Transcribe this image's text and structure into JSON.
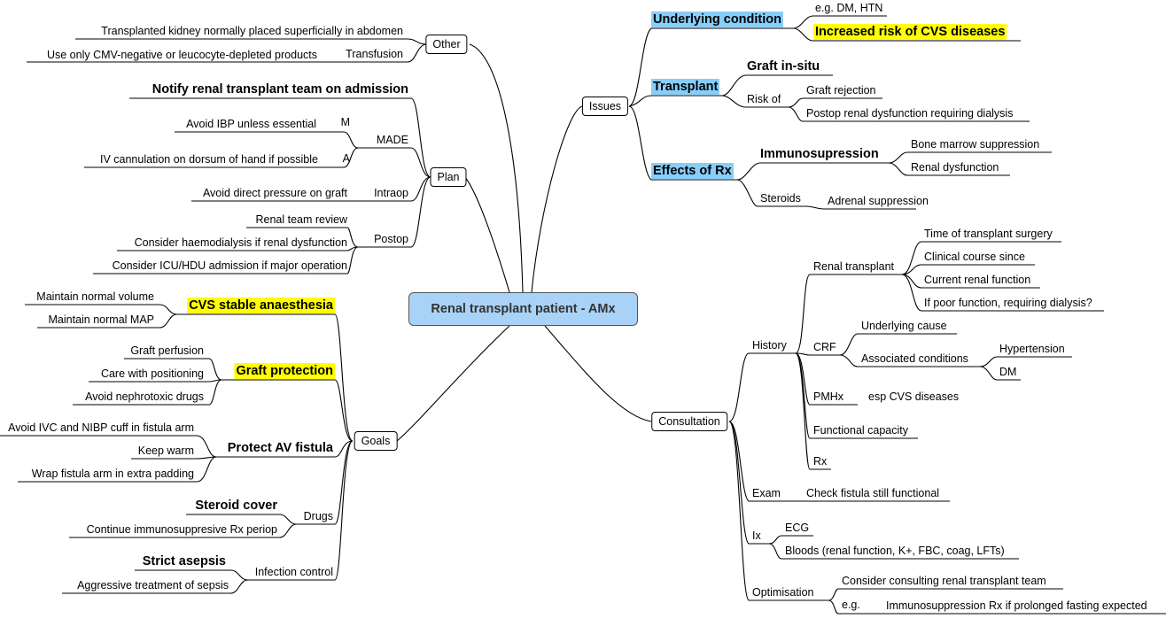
{
  "central": "Renal transplant patient - AMx",
  "branches": {
    "issues": {
      "label": "Issues",
      "underlying_condition": "Underlying condition",
      "dm_htn": "e.g. DM, HTN",
      "cvs_risk": "Increased risk of CVS diseases",
      "transplant": "Transplant",
      "graft_in_situ": "Graft in-situ",
      "risk_of": "Risk of",
      "graft_rejection": "Graft rejection",
      "postop_dysfunction": "Postop renal dysfunction requiring dialysis",
      "effects_rx": "Effects of Rx",
      "immunosupression": "Immunosupression",
      "bone_marrow": "Bone marrow suppression",
      "renal_dysfunction": "Renal dysfunction",
      "steroids": "Steroids",
      "adrenal": "Adrenal suppression"
    },
    "consultation": {
      "label": "Consultation",
      "history": "History",
      "renal_transplant": "Renal transplant",
      "time_surgery": "Time of transplant surgery",
      "clinical_course": "Clinical course since",
      "current_function": "Current renal function",
      "poor_function": "If poor function, requiring dialysis?",
      "crf": "CRF",
      "underlying_cause": "Underlying cause",
      "associated": "Associated conditions",
      "hypertension": "Hypertension",
      "dm": "DM",
      "pmhx": "PMHx",
      "esp_cvs": "esp CVS diseases",
      "functional": "Functional capacity",
      "rx": "Rx",
      "exam": "Exam",
      "fistula_check": "Check fistula still functional",
      "ix": "Ix",
      "ecg": "ECG",
      "bloods": "Bloods (renal function, K+, FBC, coag, LFTs)",
      "optimisation": "Optimisation",
      "consider_team": "Consider consulting renal transplant team",
      "eg": "e.g.",
      "immuno_fasting": "Immunosuppression Rx if prolonged fasting expected"
    },
    "other": {
      "label": "Other",
      "kidney_placed": "Transplanted kidney normally placed superficially in abdomen",
      "transfusion": "Transfusion",
      "cmv": "Use only CMV-negative or leucocyte-depleted products"
    },
    "plan": {
      "label": "Plan",
      "notify": "Notify renal transplant team on admission",
      "made": "MADE",
      "m": "M",
      "avoid_ibp": "Avoid IBP unless essential",
      "a": "A",
      "iv_cannulation": "IV cannulation on dorsum of hand if possible",
      "intraop": "Intraop",
      "avoid_pressure": "Avoid direct pressure on graft",
      "postop": "Postop",
      "renal_review": "Renal team review",
      "haemodialysis": "Consider haemodialysis if renal dysfunction",
      "icu": "Consider ICU/HDU admission if major operation"
    },
    "goals": {
      "label": "Goals",
      "cvs_stable": "CVS stable anaesthesia",
      "normal_volume": "Maintain normal volume",
      "normal_map": "Maintain normal MAP",
      "graft_protection": "Graft protection",
      "graft_perfusion": "Graft perfusion",
      "positioning": "Care with positioning",
      "nephrotoxic": "Avoid nephrotoxic drugs",
      "protect_av": "Protect AV fistula",
      "avoid_ivc": "Avoid IVC and NIBP cuff in fistula arm",
      "keep_warm": "Keep warm",
      "wrap_fistula": "Wrap fistula arm in extra padding",
      "drugs": "Drugs",
      "steroid_cover": "Steroid cover",
      "continue_immuno": "Continue immunosuppresive Rx periop",
      "infection_control": "Infection control",
      "strict_asepsis": "Strict asepsis",
      "aggressive_sepsis": "Aggressive treatment of sepsis"
    }
  },
  "colors": {
    "highlight": "#ffff00",
    "subheading": "#87cefa",
    "central_fill": "#a9d2f7"
  }
}
